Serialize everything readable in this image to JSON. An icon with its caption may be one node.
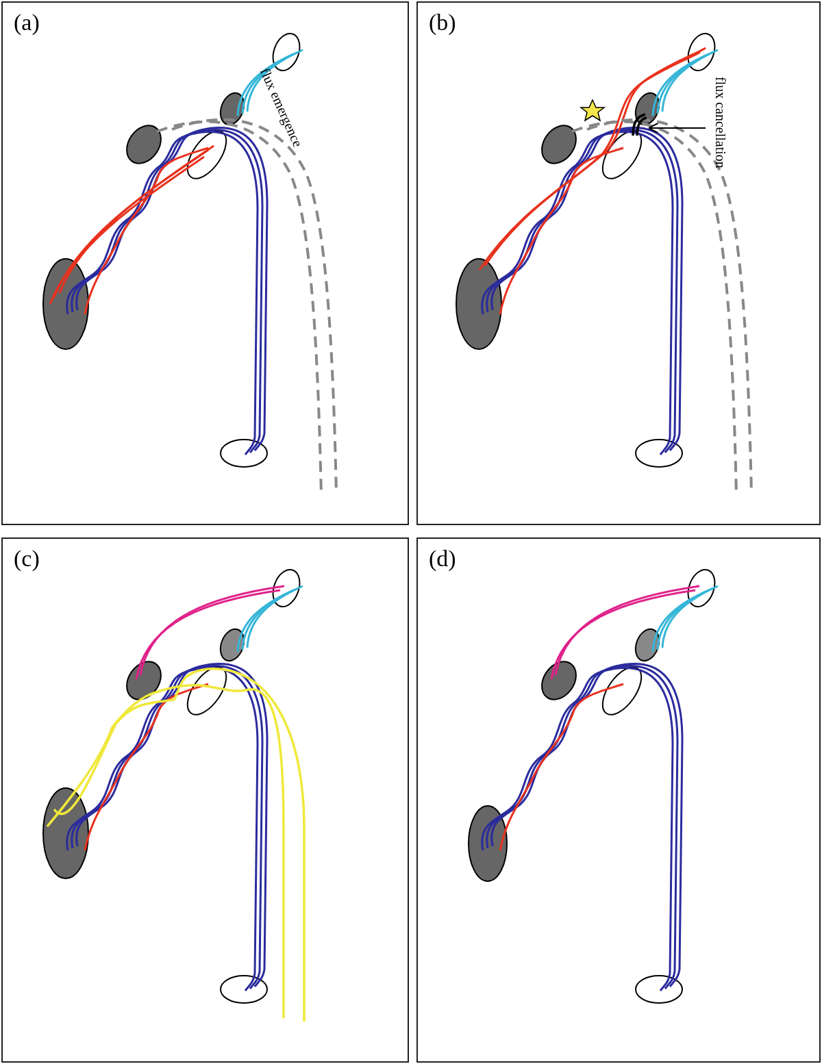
{
  "diagram": {
    "nodes": [
      {
        "text": [
          "(a)"
        ]
      },
      {
        "text": [
          "(b)"
        ]
      },
      {
        "text": [
          "(c)"
        ]
      },
      {
        "text": [
          "(d)"
        ]
      },
      {
        "text": [
          "flux cancellation"
        ],
        "in": 1
      },
      {
        "text": [],
        "shape": "picture",
        "in": 1
      }
    ],
    "edges": [
      {
        "from": 4,
        "to": 5,
        "arrow": "to"
      }
    ],
    "labels": [
      "flux emergence"
    ]
  }
}
